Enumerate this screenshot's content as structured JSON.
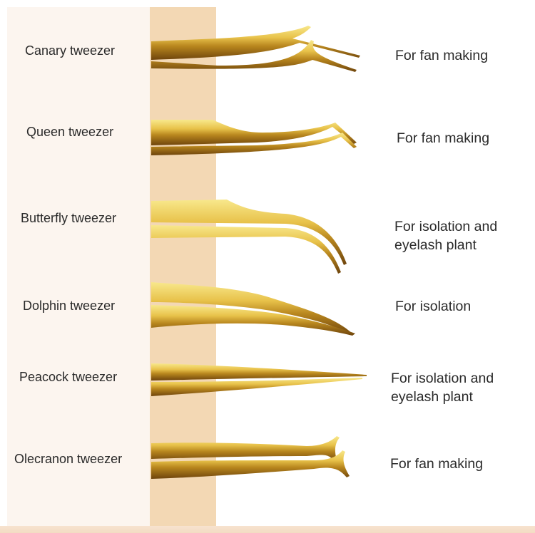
{
  "tweezers": [
    {
      "name": "Canary tweezer",
      "use": [
        "For fan making"
      ],
      "icon": "canary-tweezer-icon"
    },
    {
      "name": "Queen tweezer",
      "use": [
        "For fan making"
      ],
      "icon": "queen-tweezer-icon"
    },
    {
      "name": "Butterfly tweezer",
      "use": [
        "For isolation and",
        "eyelash plant"
      ],
      "icon": "butterfly-tweezer-icon"
    },
    {
      "name": "Dolphin tweezer",
      "use": [
        "For isolation"
      ],
      "icon": "dolphin-tweezer-icon"
    },
    {
      "name": "Peacock tweezer",
      "use": [
        "For isolation and",
        "eyelash plant"
      ],
      "icon": "peacock-tweezer-icon"
    },
    {
      "name": "Olecranon tweezer",
      "use": [
        "For fan making"
      ],
      "icon": "olecranon-tweezer-icon"
    }
  ],
  "colors": {
    "background": "#ffffff",
    "left_panel": "#fcf5ef",
    "tan_band": "#f3d8b4",
    "gold_light": "#f6e27a",
    "gold_mid": "#d9ad2c",
    "gold_dark": "#8a5a12"
  }
}
